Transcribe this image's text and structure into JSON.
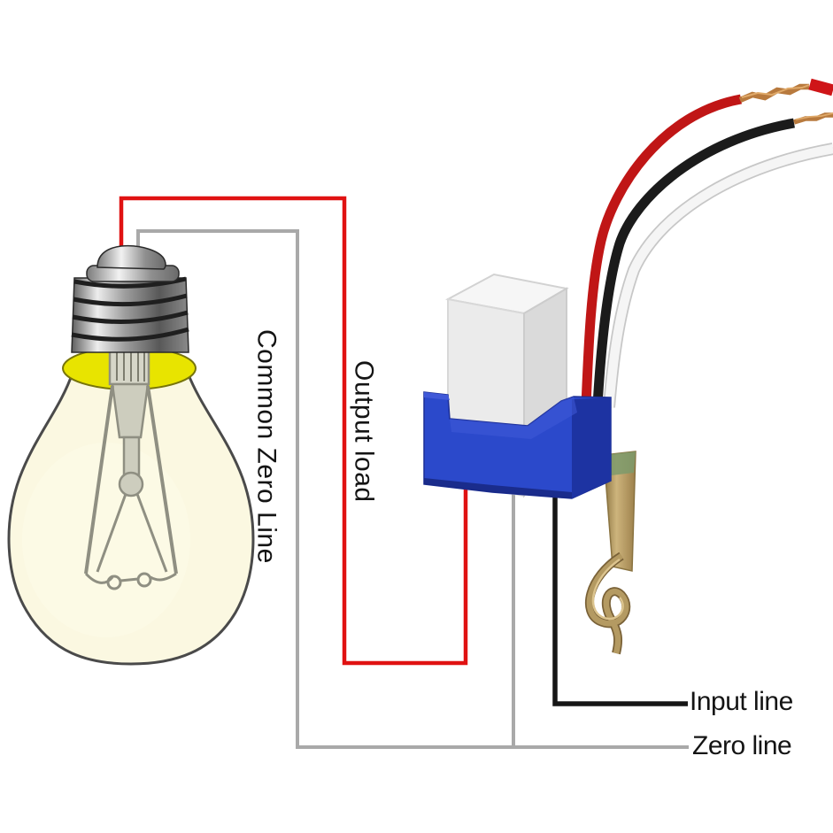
{
  "labels": {
    "common_zero_line": "Common Zero Line",
    "output_load": "Output load",
    "input_line": "Input line",
    "zero_line": "Zero line"
  },
  "colors": {
    "output_load_wire": "#e01212",
    "common_zero_wire": "#a9a9a9",
    "input_wire": "#161616",
    "bulb_glass": "#fbf8e1",
    "bulb_glow": "#e8e400",
    "switch_base_blue": "#2b49cb",
    "switch_base_blue_dark": "#1d33a2",
    "switch_base_blue_light": "#4059d8",
    "red_lead": "#c01616",
    "black_lead": "#1b1b1b",
    "white_lead": "#f5f5f5",
    "copper": "#b87a3e",
    "red_tip": "#cf1518",
    "bracket_brass": "#b49a62"
  }
}
